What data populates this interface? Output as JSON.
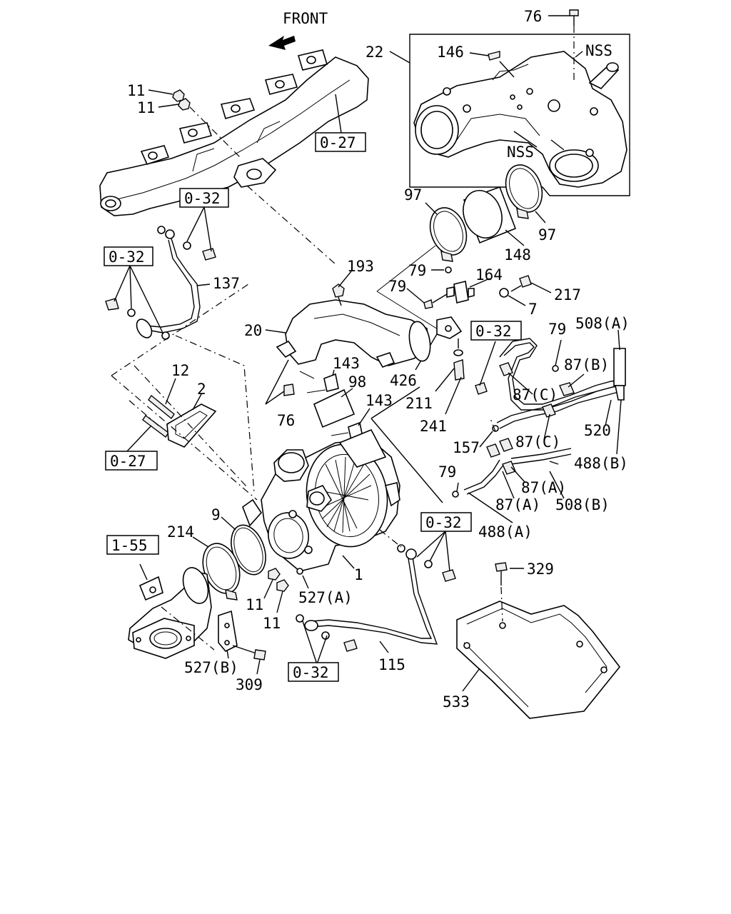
{
  "header": {
    "front_label": "FRONT"
  },
  "refs": {
    "r032_a": "0-32",
    "r032_b": "0-32",
    "r032_c": "0-32",
    "r032_d": "0-32",
    "r032_e": "0-32",
    "r027_a": "0-27",
    "r027_b": "0-27",
    "r155": "1-55"
  },
  "labels": {
    "l76_top": "76",
    "l22": "22",
    "l146": "146",
    "nss_top": "NSS",
    "nss_mid": "NSS",
    "l11_a": "11",
    "l11_b": "11",
    "l97_a": "97",
    "l97_b": "97",
    "l148": "148",
    "l193": "193",
    "l137": "137",
    "l79_a": "79",
    "l164": "164",
    "l79_b": "79",
    "l217": "217",
    "l7": "7",
    "l20": "20",
    "l79_c": "79",
    "l508a": "508(A)",
    "l12": "12",
    "l2": "2",
    "l143_a": "143",
    "l98": "98",
    "l426": "426",
    "l87b": "87(B)",
    "l87c_a": "87(C)",
    "l143_b": "143",
    "l211": "211",
    "l76_mid": "76",
    "l241": "241",
    "l520": "520",
    "l157": "157",
    "l87c_b": "87(C)",
    "l488b": "488(B)",
    "l79_d": "79",
    "l87a_a": "87(A)",
    "l87a_b": "87(A)",
    "l508b": "508(B)",
    "l9": "9",
    "l214": "214",
    "l488a": "488(A)",
    "l1": "1",
    "l329": "329",
    "l527a": "527(A)",
    "l11_c": "11",
    "l11_d": "11",
    "l527b": "527(B)",
    "l115": "115",
    "l309": "309",
    "l533": "533"
  }
}
